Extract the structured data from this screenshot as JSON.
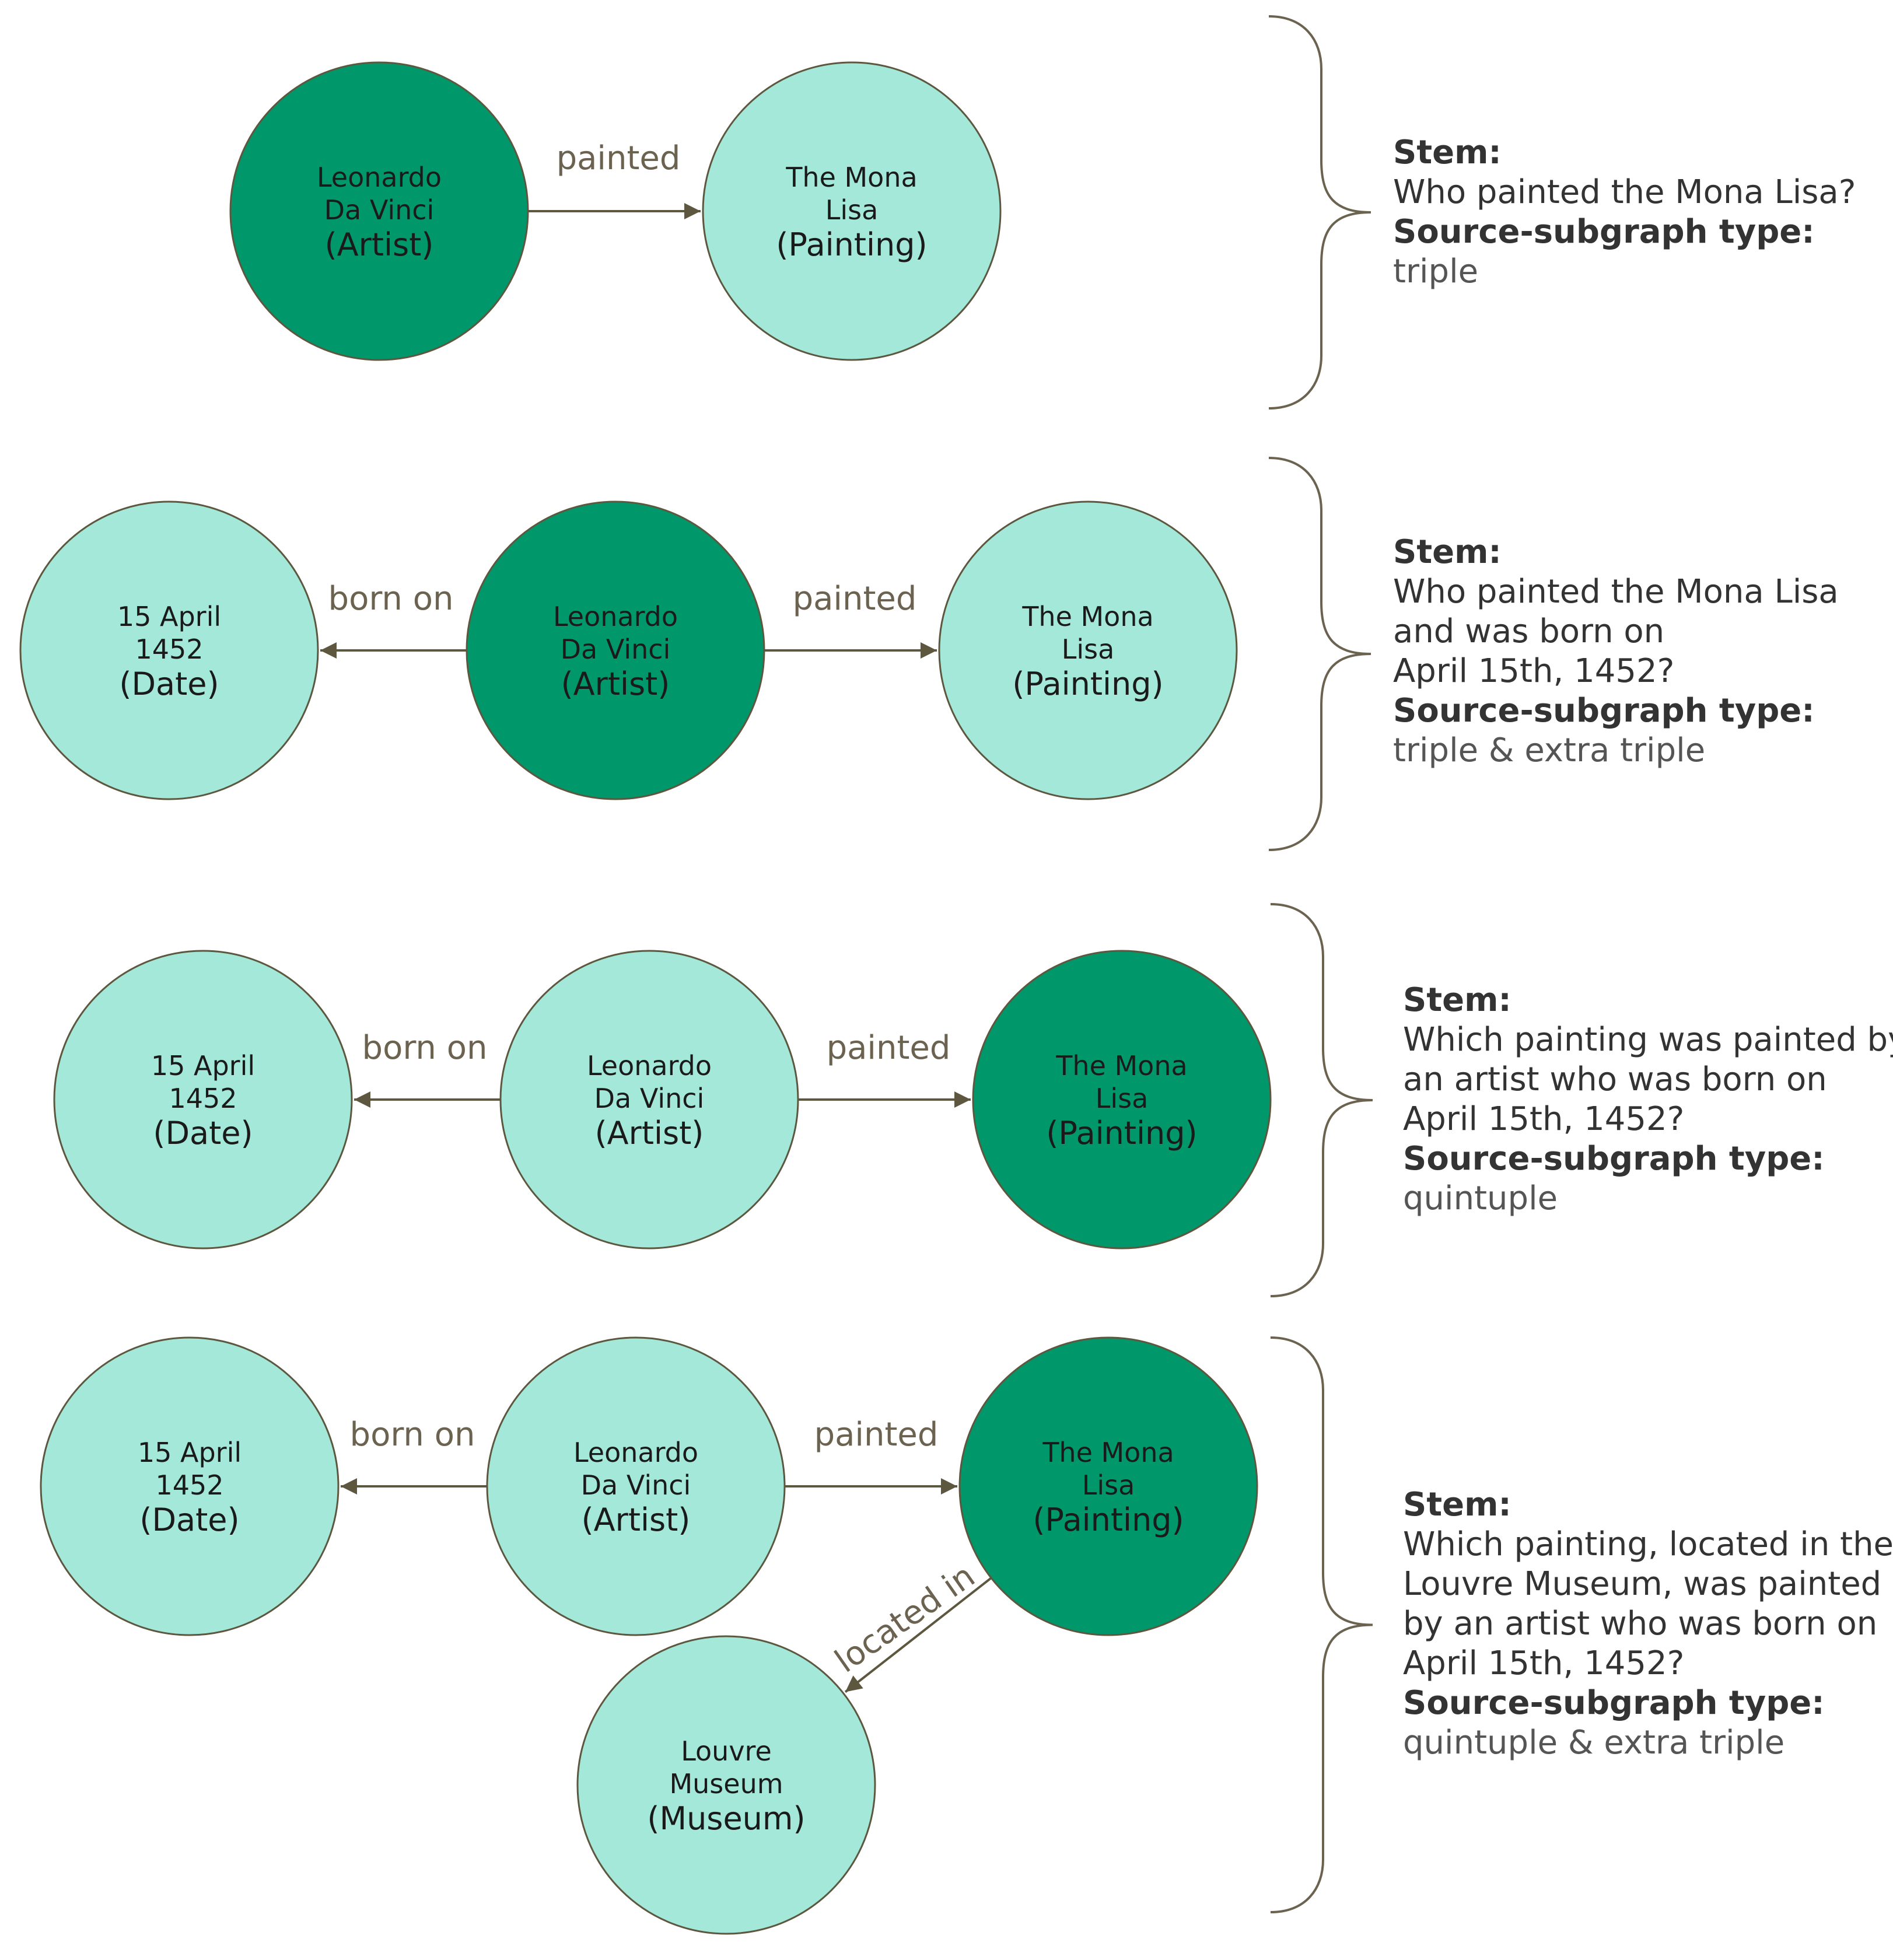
{
  "colors": {
    "focus_fill": "#00976a",
    "other_fill": "#a3e8d9",
    "stroke": "#5d573f",
    "edge": "#5d573f",
    "edge_label": "#6b6250",
    "brace": "#6b6250",
    "text": "#333333"
  },
  "labels": {
    "stem": "Stem:",
    "type": "Source-subgraph type:"
  },
  "rows": [
    {
      "nodes": [
        {
          "id": "artist",
          "lines": [
            "Leonardo",
            "Da Vinci"
          ],
          "type": "(Artist)",
          "focus": true
        },
        {
          "id": "painting",
          "lines": [
            "The Mona",
            "Lisa"
          ],
          "type": "(Painting)",
          "focus": false
        }
      ],
      "edges": [
        {
          "from": "artist",
          "to": "painting",
          "label": "painted"
        }
      ],
      "stem": [
        "Who painted the Mona Lisa?"
      ],
      "subgraph_type": "triple"
    },
    {
      "nodes": [
        {
          "id": "date",
          "lines": [
            "15 April",
            "1452"
          ],
          "type": "(Date)",
          "focus": false
        },
        {
          "id": "artist",
          "lines": [
            "Leonardo",
            "Da Vinci"
          ],
          "type": "(Artist)",
          "focus": true
        },
        {
          "id": "painting",
          "lines": [
            "The Mona",
            "Lisa"
          ],
          "type": "(Painting)",
          "focus": false
        }
      ],
      "edges": [
        {
          "from": "artist",
          "to": "date",
          "label": "born on"
        },
        {
          "from": "artist",
          "to": "painting",
          "label": "painted"
        }
      ],
      "stem": [
        "Who painted the Mona Lisa",
        "and was born on",
        "April 15th, 1452?"
      ],
      "subgraph_type": "triple & extra triple"
    },
    {
      "nodes": [
        {
          "id": "date",
          "lines": [
            "15 April",
            "1452"
          ],
          "type": "(Date)",
          "focus": false
        },
        {
          "id": "artist",
          "lines": [
            "Leonardo",
            "Da Vinci"
          ],
          "type": "(Artist)",
          "focus": false
        },
        {
          "id": "painting",
          "lines": [
            "The Mona",
            "Lisa"
          ],
          "type": "(Painting)",
          "focus": true
        }
      ],
      "edges": [
        {
          "from": "artist",
          "to": "date",
          "label": "born on"
        },
        {
          "from": "artist",
          "to": "painting",
          "label": "painted"
        }
      ],
      "stem": [
        "Which painting was painted by",
        "an artist who was born on",
        "April 15th, 1452?"
      ],
      "subgraph_type": "quintuple"
    },
    {
      "nodes": [
        {
          "id": "date",
          "lines": [
            "15 April",
            "1452"
          ],
          "type": "(Date)",
          "focus": false
        },
        {
          "id": "artist",
          "lines": [
            "Leonardo",
            "Da Vinci"
          ],
          "type": "(Artist)",
          "focus": false
        },
        {
          "id": "painting",
          "lines": [
            "The Mona",
            "Lisa"
          ],
          "type": "(Painting)",
          "focus": true
        },
        {
          "id": "museum",
          "lines": [
            "Louvre",
            "Museum"
          ],
          "type": "(Museum)",
          "focus": false
        }
      ],
      "edges": [
        {
          "from": "artist",
          "to": "date",
          "label": "born on"
        },
        {
          "from": "artist",
          "to": "painting",
          "label": "painted"
        },
        {
          "from": "painting",
          "to": "museum",
          "label": "located in"
        }
      ],
      "stem": [
        "Which painting, located in the",
        "Louvre Museum, was painted",
        "by an artist who was born on",
        "April 15th, 1452?"
      ],
      "subgraph_type": "quintuple & extra triple"
    }
  ]
}
